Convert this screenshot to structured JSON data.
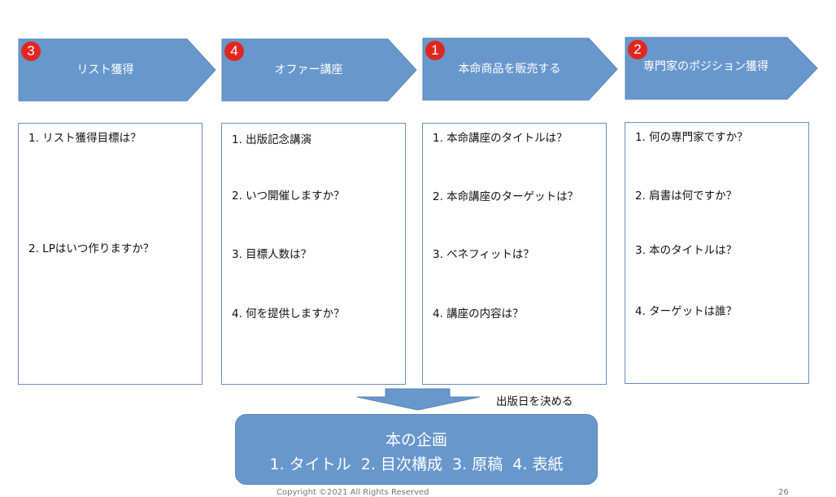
{
  "columns": [
    {
      "badge": "3",
      "title": "リスト獲得",
      "questions": [
        "1. リスト獲得目標は？",
        "2. LPはいつ作りますか？"
      ]
    },
    {
      "badge": "4",
      "title": "オファー講座",
      "questions": [
        "1. 出版記念講演",
        "2. いつ開催しますか？",
        "3. 目標人数は？",
        "4. 何を提供しますか？"
      ]
    },
    {
      "badge": "1",
      "title": "本命商品を販売する",
      "questions": [
        "1. 本命講座のタイトルは？",
        "2. 本命講座のターゲットは？",
        "3. ベネフィットは？",
        "4. 講座の内容は？"
      ]
    },
    {
      "badge": "2",
      "title": "専門家のポジション獲得",
      "questions": [
        "1. 何の専門家ですか？",
        "2. 肩書は何ですか？",
        "3. 本のタイトルは？",
        "4. ターゲットは誰？"
      ]
    }
  ],
  "note": "出版日を決める",
  "plan": {
    "title": "本の企画",
    "items": "1. タイトル  2. 目次構成  3. 原稿  4. 表紙"
  },
  "footer": {
    "copyright": "Copyright ©2021 All Rights Reserved",
    "page": "26"
  },
  "colors": {
    "shape": "#6897cc",
    "badge": "#e0271f"
  }
}
